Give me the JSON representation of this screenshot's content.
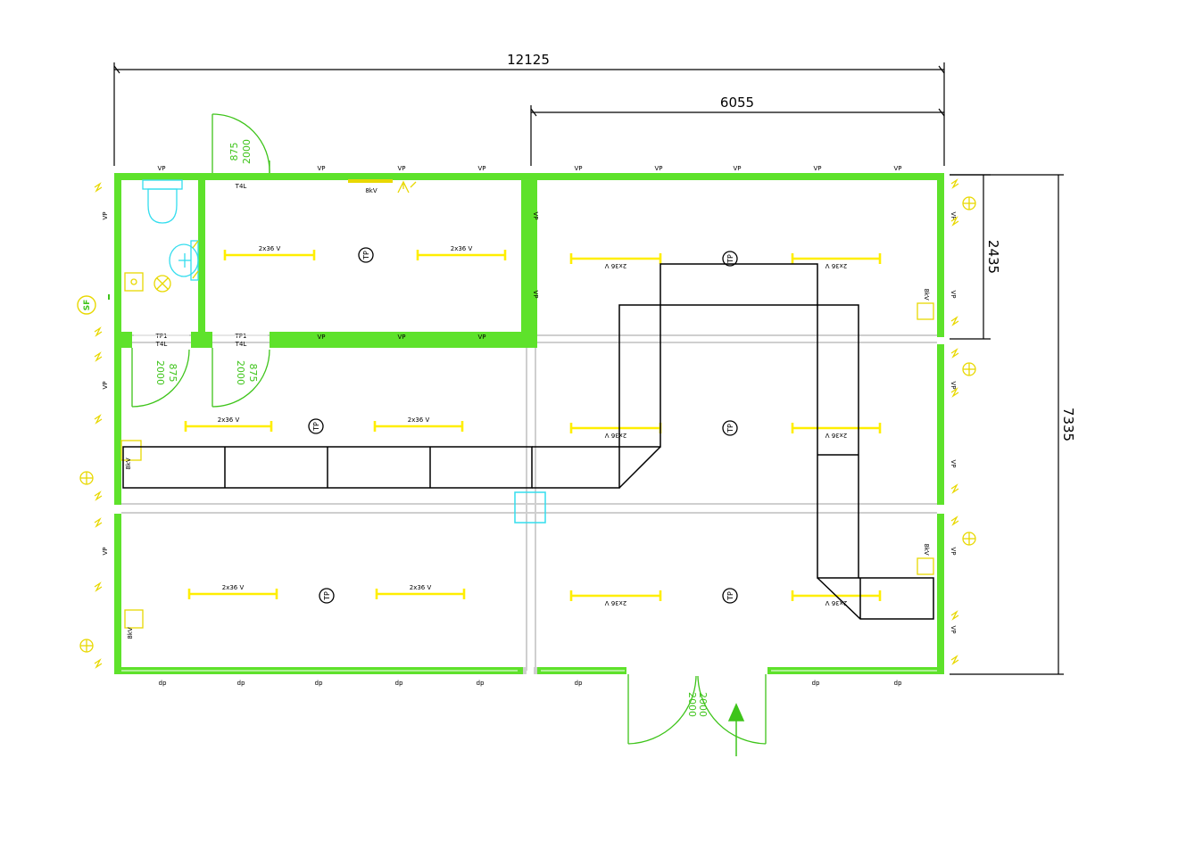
{
  "dimensions": {
    "overall_width": "12125",
    "right_width": "6055",
    "right_upper_height": "2435",
    "overall_height": "7335"
  },
  "labels": {
    "vp": "VP",
    "dp": "dp",
    "lamp": "2x36 V",
    "socket_box": "8kV",
    "tp": "TP",
    "tp1": "TP1",
    "t4l": "T4L",
    "sf": "SF"
  },
  "doors": {
    "top_wc_width": "875",
    "top_wc_height": "2000",
    "inner_width": "875",
    "inner_height": "2000",
    "main_height": "2000",
    "main_height_2": "2000"
  },
  "colors": {
    "wall": "#5ee22b",
    "door": "#3ec41a",
    "lamp": "#ffee00",
    "furniture": "#000000",
    "fixture": "#33ddee",
    "grid": "#c8c8c8"
  }
}
